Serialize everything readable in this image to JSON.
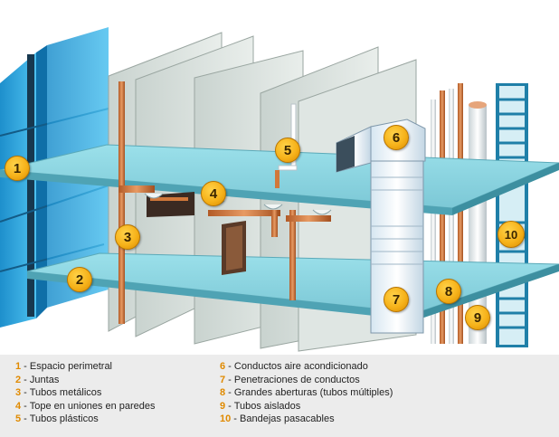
{
  "markers": [
    "1",
    "2",
    "3",
    "4",
    "5",
    "6",
    "7",
    "8",
    "9",
    "10"
  ],
  "legend": {
    "left": [
      {
        "num": "1",
        "sep": " -  ",
        "text": "Espacio perimetral"
      },
      {
        "num": "2",
        "sep": " -  ",
        "text": "Juntas"
      },
      {
        "num": "3",
        "sep": " - ",
        "text": "Tubos metálicos"
      },
      {
        "num": "4",
        "sep": " - ",
        "text": "Tope en uniones en paredes"
      },
      {
        "num": "5",
        "sep": " - ",
        "text": "Tubos plásticos"
      }
    ],
    "right": [
      {
        "num": "6",
        "sep": " -  ",
        "text": "Conductos aire acondicionado"
      },
      {
        "num": "7",
        "sep": " -  ",
        "text": "Penetraciones de conductos"
      },
      {
        "num": "8",
        "sep": " - ",
        "text": "Grandes aberturas (tubos múltiples)"
      },
      {
        "num": "9",
        "sep": " - ",
        "text": "Tubos aislados"
      },
      {
        "num": "10",
        "sep": " - ",
        "text": "Bandejas pasacables"
      }
    ]
  },
  "colors": {
    "marker": "#f6b21a",
    "legend_number": "#e08a00",
    "slab": "#86d0dc",
    "left_wall": "#2a9fd8",
    "pipe_copper": "#d1783a"
  }
}
